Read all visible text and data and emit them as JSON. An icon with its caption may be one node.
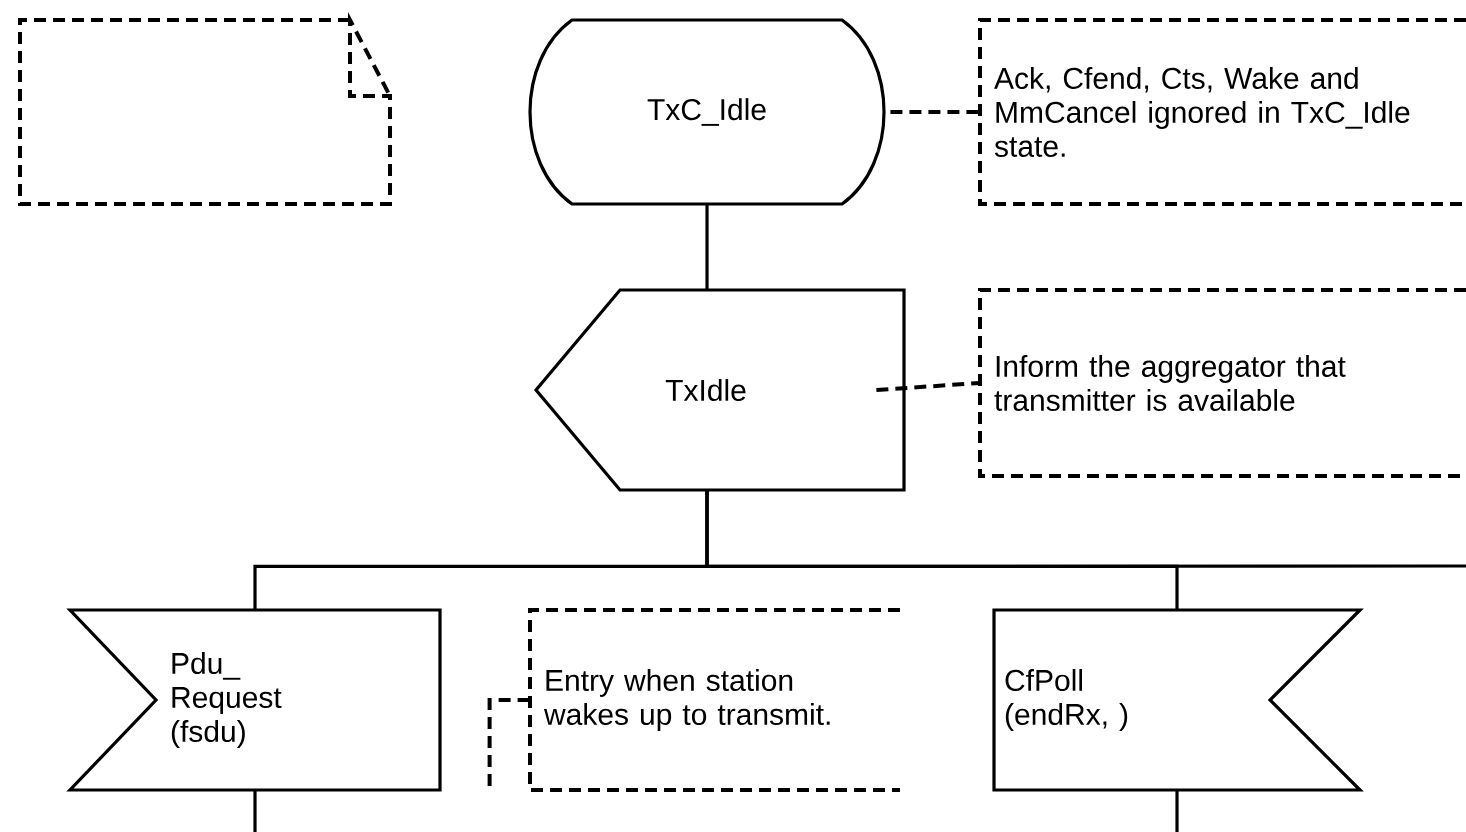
{
  "diagram": {
    "nodes": [
      {
        "text": [],
        "shape": "box"
      },
      {
        "text": [
          "TxC_Idle"
        ]
      },
      {
        "text": [
          "Ack, Cfend, Cts, Wake and MmCancel ignored in TxC_Idle state."
        ]
      },
      {
        "text": [
          "TxIdle"
        ]
      },
      {
        "text": [
          "Inform the aggregator that transmitter is available"
        ]
      },
      {
        "text": [
          "Pdu_ Request (fsdu)"
        ]
      },
      {
        "text": [
          "Entry when station wakes up to transmit."
        ]
      },
      {
        "text": [
          "CfPoll (endRx, )"
        ]
      }
    ],
    "edges": [
      {
        "from": 1,
        "to": 2,
        "arrow": "none",
        "style": "dashed"
      },
      {
        "from": 1,
        "to": 3,
        "arrow": "none"
      },
      {
        "from": 3,
        "to": 4,
        "arrow": "none",
        "style": "dashed"
      },
      {
        "from": 3,
        "to": 5,
        "arrow": "none"
      },
      {
        "from": 3,
        "to": 7,
        "arrow": "none"
      },
      {
        "from": 3,
        "to": null,
        "arrow": "none"
      },
      {
        "from": 5,
        "to": null,
        "arrow": "none"
      },
      {
        "from": 7,
        "to": null,
        "arrow": "none"
      },
      {
        "from": 6,
        "to": null,
        "arrow": "none",
        "style": "dashed"
      }
    ]
  }
}
